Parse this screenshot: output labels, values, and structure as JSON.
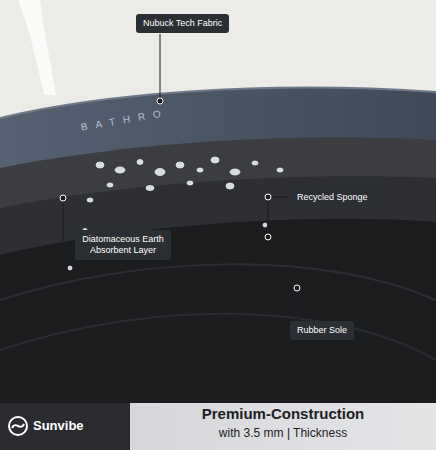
{
  "diagram": {
    "title": "Premium-Construction",
    "caption": "with 3.5 mm | Thickness",
    "nodes": [
      {
        "text": [
          "Nubuck Tech Fabric"
        ]
      },
      {
        "text": [
          "Recycled Sponge"
        ]
      },
      {
        "text": [
          "Diatomaceous Earth Absorbent Layer"
        ]
      },
      {
        "text": [
          "Rubber Sole"
        ]
      }
    ],
    "labels": [
      "BATHRO",
      "Sunvibe"
    ]
  }
}
